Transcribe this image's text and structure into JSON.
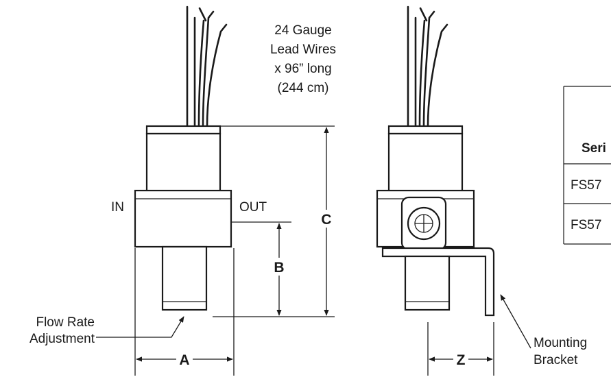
{
  "diagram": {
    "wire_note": [
      "24 Gauge",
      "Lead Wires",
      "x 96” long",
      "(244 cm)"
    ],
    "port_in": "IN",
    "port_out": "OUT",
    "dim_a": "A",
    "dim_b": "B",
    "dim_c": "C",
    "dim_z": "Z",
    "flow_adjust": [
      "Flow Rate",
      "Adjustment"
    ],
    "mounting_bracket": [
      "Mounting",
      "Bracket"
    ]
  },
  "table": {
    "header": "Seri",
    "rows": [
      "FS57",
      "FS57"
    ]
  },
  "colors": {
    "ink": "#1a1a1a",
    "paper": "#ffffff"
  }
}
